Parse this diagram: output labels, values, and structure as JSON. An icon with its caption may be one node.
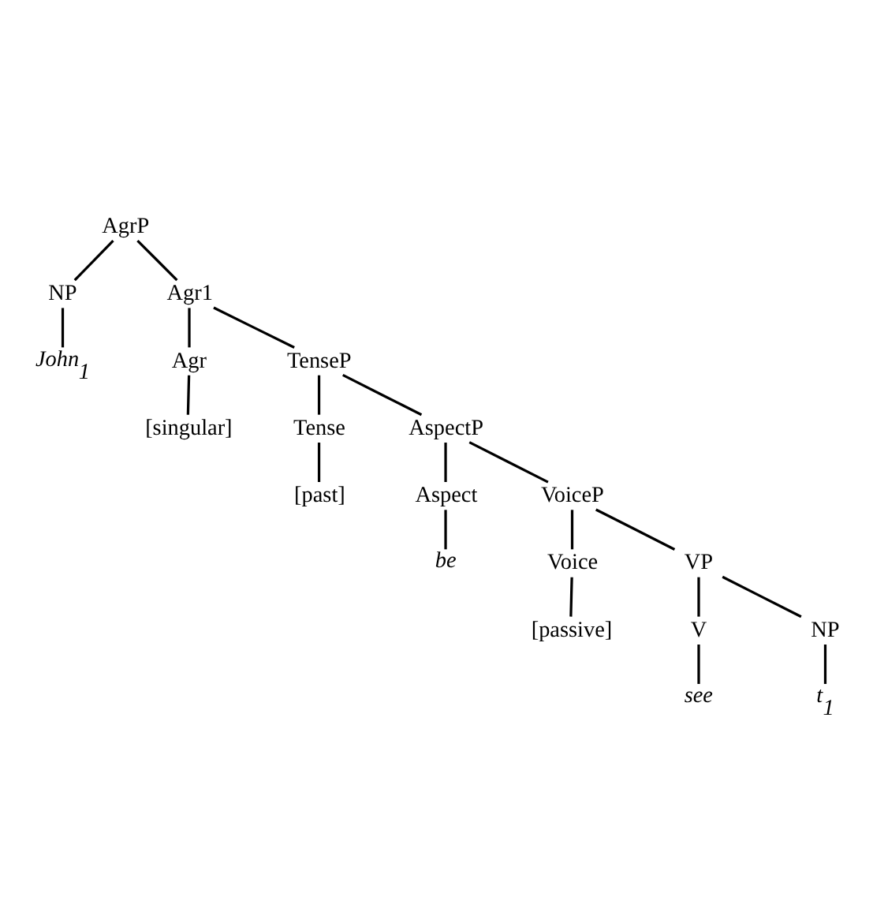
{
  "diagram": {
    "nodes": [
      {
        "text": [
          "AgrP"
        ]
      },
      {
        "text": [
          "NP"
        ]
      },
      {
        "text": [
          "Agr1"
        ]
      },
      {
        "text": [
          "John$_{1}$"
        ]
      },
      {
        "text": [
          "Agr"
        ]
      },
      {
        "text": [
          "TenseP"
        ]
      },
      {
        "text": [
          "[singular]"
        ]
      },
      {
        "text": [
          "Tense"
        ]
      },
      {
        "text": [
          "AspectP"
        ]
      },
      {
        "text": [
          "[past]"
        ]
      },
      {
        "text": [
          "Aspect"
        ]
      },
      {
        "text": [
          "VoiceP"
        ]
      },
      {
        "text": [
          "be"
        ]
      },
      {
        "text": [
          "Voice"
        ]
      },
      {
        "text": [
          "VP"
        ]
      },
      {
        "text": [
          "[passive]"
        ]
      },
      {
        "text": [
          "V"
        ]
      },
      {
        "text": [
          "NP"
        ]
      },
      {
        "text": [
          "see"
        ]
      },
      {
        "text": [
          "t$_{1}$"
        ]
      }
    ],
    "edges": [
      {
        "from": 0,
        "to": 1,
        "arrow": "none"
      },
      {
        "from": 0,
        "to": 2,
        "arrow": "none"
      },
      {
        "from": 1,
        "to": 3,
        "arrow": "none"
      },
      {
        "from": 2,
        "to": 4,
        "arrow": "none"
      },
      {
        "from": 2,
        "to": 5,
        "arrow": "none"
      },
      {
        "from": 4,
        "to": 6,
        "arrow": "none"
      },
      {
        "from": 5,
        "to": 7,
        "arrow": "none"
      },
      {
        "from": 5,
        "to": 8,
        "arrow": "none"
      },
      {
        "from": 7,
        "to": 9,
        "arrow": "none"
      },
      {
        "from": 8,
        "to": 10,
        "arrow": "none"
      },
      {
        "from": 8,
        "to": 11,
        "arrow": "none"
      },
      {
        "from": 10,
        "to": 12,
        "arrow": "none"
      },
      {
        "from": 11,
        "to": 13,
        "arrow": "none"
      },
      {
        "from": 11,
        "to": 14,
        "arrow": "none"
      },
      {
        "from": 13,
        "to": 15,
        "arrow": "none"
      },
      {
        "from": 14,
        "to": 16,
        "arrow": "none"
      },
      {
        "from": 14,
        "to": 17,
        "arrow": "none"
      },
      {
        "from": 16,
        "to": 18,
        "arrow": "none"
      },
      {
        "from": 17,
        "to": 19,
        "arrow": "none"
      }
    ]
  }
}
